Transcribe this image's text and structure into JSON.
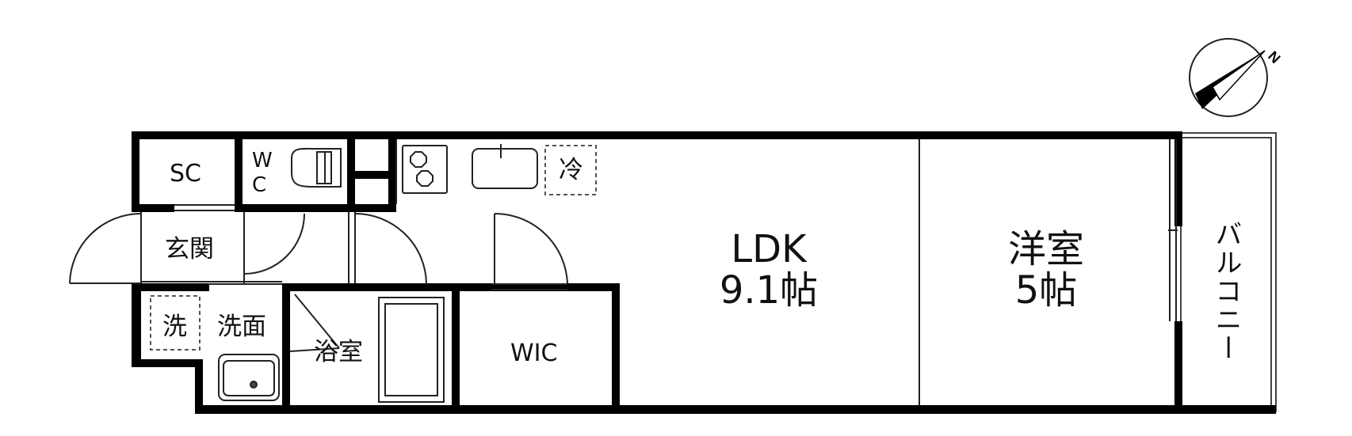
{
  "rooms": {
    "sc": "SC",
    "wc": "W\nC",
    "genkan": "玄関",
    "washer": "洗",
    "senmen": "洗面",
    "bath": "浴室",
    "wic": "WIC",
    "fridge": "冷",
    "ldk_name": "LDK",
    "ldk_size": "9.1帖",
    "youshitsu_name": "洋室",
    "youshitsu_size": "5帖",
    "balcony": "バルコニー"
  },
  "compass": {
    "label": "N",
    "icon": "north-arrow-icon"
  },
  "colors": {
    "wall": "#000000",
    "line": "#222222",
    "background": "#ffffff",
    "dashed": "#555555"
  }
}
